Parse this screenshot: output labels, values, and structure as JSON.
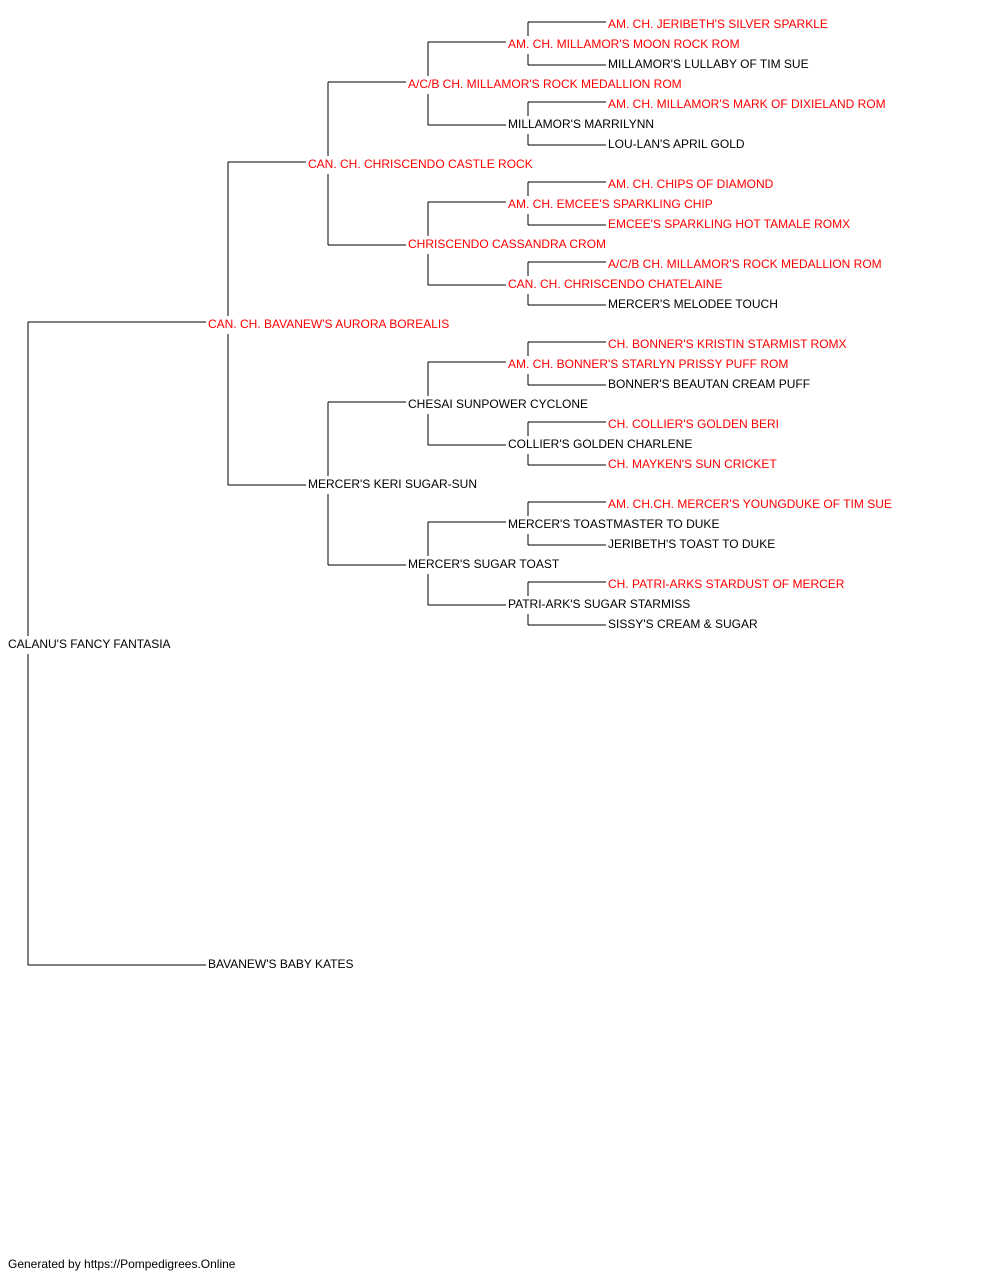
{
  "pedigree": {
    "name": "CALANU'S FANCY FANTASIA",
    "titled": false,
    "sire": {
      "name": "CAN. CH. BAVANEW'S AURORA BOREALIS",
      "titled": true,
      "sire": {
        "name": "CAN. CH. CHRISCENDO CASTLE ROCK",
        "titled": true,
        "sire": {
          "name": "A/C/B CH. MILLAMOR'S ROCK MEDALLION ROM",
          "titled": true,
          "sire": {
            "name": "AM. CH. MILLAMOR'S MOON ROCK ROM",
            "titled": true,
            "sire": {
              "name": "AM. CH. JERIBETH'S SILVER SPARKLE",
              "titled": true
            },
            "dam": {
              "name": "MILLAMOR'S LULLABY OF TIM SUE",
              "titled": false
            }
          },
          "dam": {
            "name": "MILLAMOR'S MARRILYNN",
            "titled": false,
            "sire": {
              "name": "AM. CH. MILLAMOR'S MARK OF DIXIELAND ROM",
              "titled": true
            },
            "dam": {
              "name": "LOU-LAN'S APRIL GOLD",
              "titled": false
            }
          }
        },
        "dam": {
          "name": "CHRISCENDO CASSANDRA CROM",
          "titled": true,
          "sire": {
            "name": "AM. CH. EMCEE'S SPARKLING CHIP",
            "titled": true,
            "sire": {
              "name": "AM. CH. CHIPS OF DIAMOND",
              "titled": true
            },
            "dam": {
              "name": "EMCEE'S SPARKLING HOT TAMALE ROMX",
              "titled": true
            }
          },
          "dam": {
            "name": "CAN. CH. CHRISCENDO CHATELAINE",
            "titled": true,
            "sire": {
              "name": "A/C/B CH. MILLAMOR'S ROCK MEDALLION ROM",
              "titled": true
            },
            "dam": {
              "name": "MERCER'S MELODEE TOUCH",
              "titled": false
            }
          }
        }
      },
      "dam": {
        "name": "MERCER'S KERI SUGAR-SUN",
        "titled": false,
        "sire": {
          "name": "CHESAI SUNPOWER CYCLONE",
          "titled": false,
          "sire": {
            "name": "AM. CH. BONNER'S STARLYN PRISSY PUFF ROM",
            "titled": true,
            "sire": {
              "name": "CH. BONNER'S KRISTIN STARMIST ROMX",
              "titled": true
            },
            "dam": {
              "name": "BONNER'S BEAUTAN CREAM PUFF",
              "titled": false
            }
          },
          "dam": {
            "name": "COLLIER'S GOLDEN CHARLENE",
            "titled": false,
            "sire": {
              "name": "CH. COLLIER'S GOLDEN BERI",
              "titled": true
            },
            "dam": {
              "name": "CH. MAYKEN'S SUN CRICKET",
              "titled": true
            }
          }
        },
        "dam": {
          "name": "MERCER'S SUGAR TOAST",
          "titled": false,
          "sire": {
            "name": "MERCER'S TOASTMASTER TO DUKE",
            "titled": false,
            "sire": {
              "name": "AM. CH.CH. MERCER'S YOUNGDUKE OF TIM SUE",
              "titled": true
            },
            "dam": {
              "name": "JERIBETH'S TOAST TO DUKE",
              "titled": false
            }
          },
          "dam": {
            "name": "PATRI-ARK'S SUGAR STARMISS",
            "titled": false,
            "sire": {
              "name": "CH. PATRI-ARKS STARDUST OF MERCER",
              "titled": true
            },
            "dam": {
              "name": "SISSY'S CREAM & SUGAR",
              "titled": false
            }
          }
        }
      }
    },
    "dam": {
      "name": "BAVANEW'S BABY KATES",
      "titled": false
    }
  },
  "colors": {
    "titled": "#ff0000",
    "untitled": "#000000",
    "connector": "#000000"
  },
  "footer": "Generated by https://Pompedigrees.Online"
}
